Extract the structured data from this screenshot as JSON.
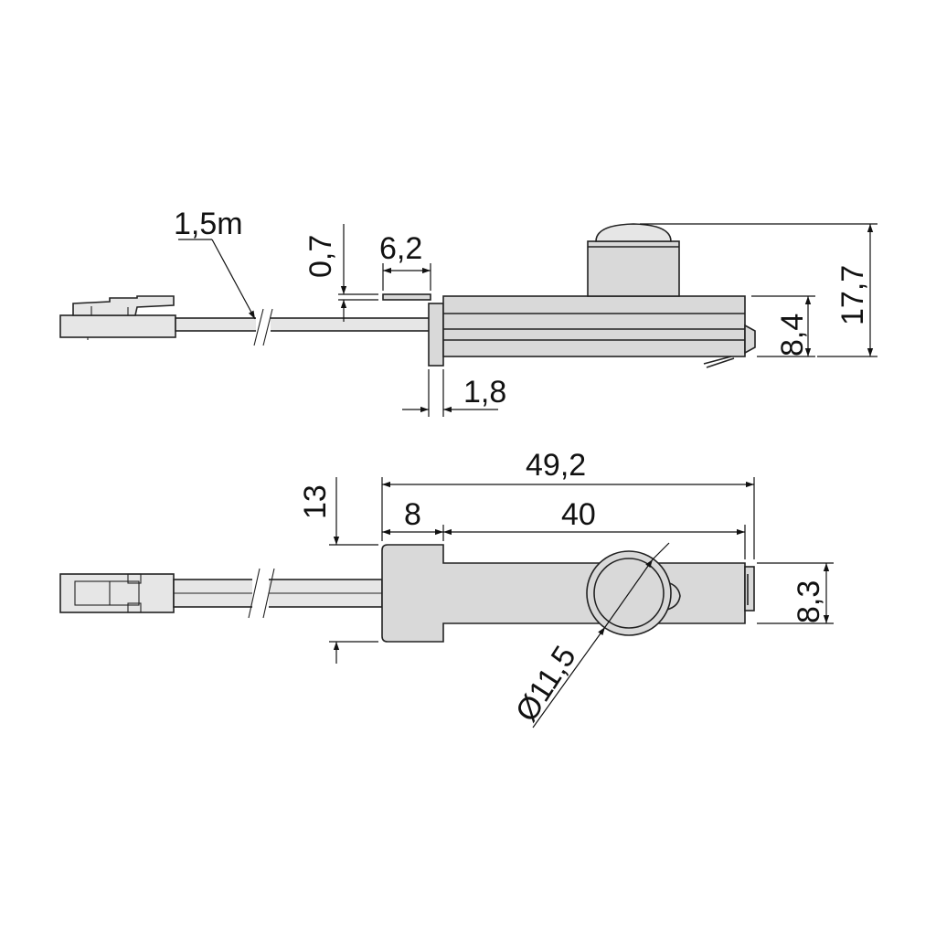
{
  "dimensions": {
    "side_view": {
      "cable_length": "1,5m",
      "flange_thickness": "0,7",
      "flange_length": "6,2",
      "plate_thickness": "1,8",
      "body_height": "8,4",
      "total_height": "17,7"
    },
    "top_view": {
      "total_length": "49,2",
      "head_length": "8",
      "body_length": "40",
      "head_width": "13",
      "body_width": "8,3",
      "hole_diameter": "Ø11,5"
    }
  },
  "colors": {
    "part_fill": "#d9d9d9",
    "line": "#222222",
    "background": "#ffffff"
  }
}
